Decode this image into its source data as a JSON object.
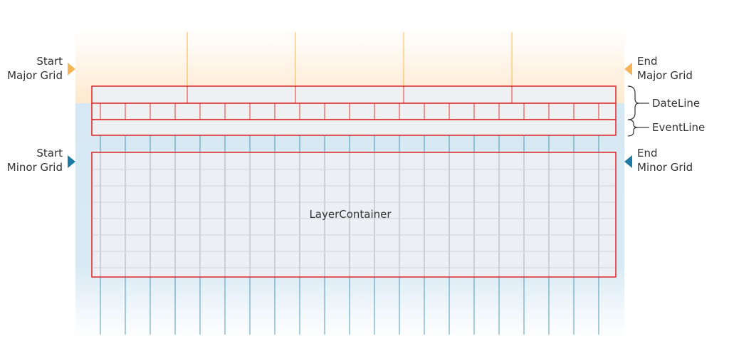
{
  "labels": {
    "start_major": [
      "Start",
      "Major Grid"
    ],
    "end_major": [
      "End",
      "Major Grid"
    ],
    "start_minor": [
      "Start",
      "Minor Grid"
    ],
    "end_minor": [
      "End",
      "Minor Grid"
    ],
    "date_line": "DateLine",
    "event_line": "EventLine",
    "layer_container": "LayerContainer"
  },
  "colors": {
    "major_grid": "#f5a623",
    "major_grid_fill": "#fde9cf",
    "minor_grid": "#1b7aa6",
    "minor_grid_fill": "#d6e8f3",
    "highlight_border": "#e02424",
    "box_fill": "#eef0f2",
    "brace": "#333333"
  },
  "icons": {
    "start_major_marker": "triangle-right-icon",
    "end_major_marker": "triangle-left-icon",
    "start_minor_marker": "triangle-right-icon",
    "end_minor_marker": "triangle-left-icon"
  }
}
